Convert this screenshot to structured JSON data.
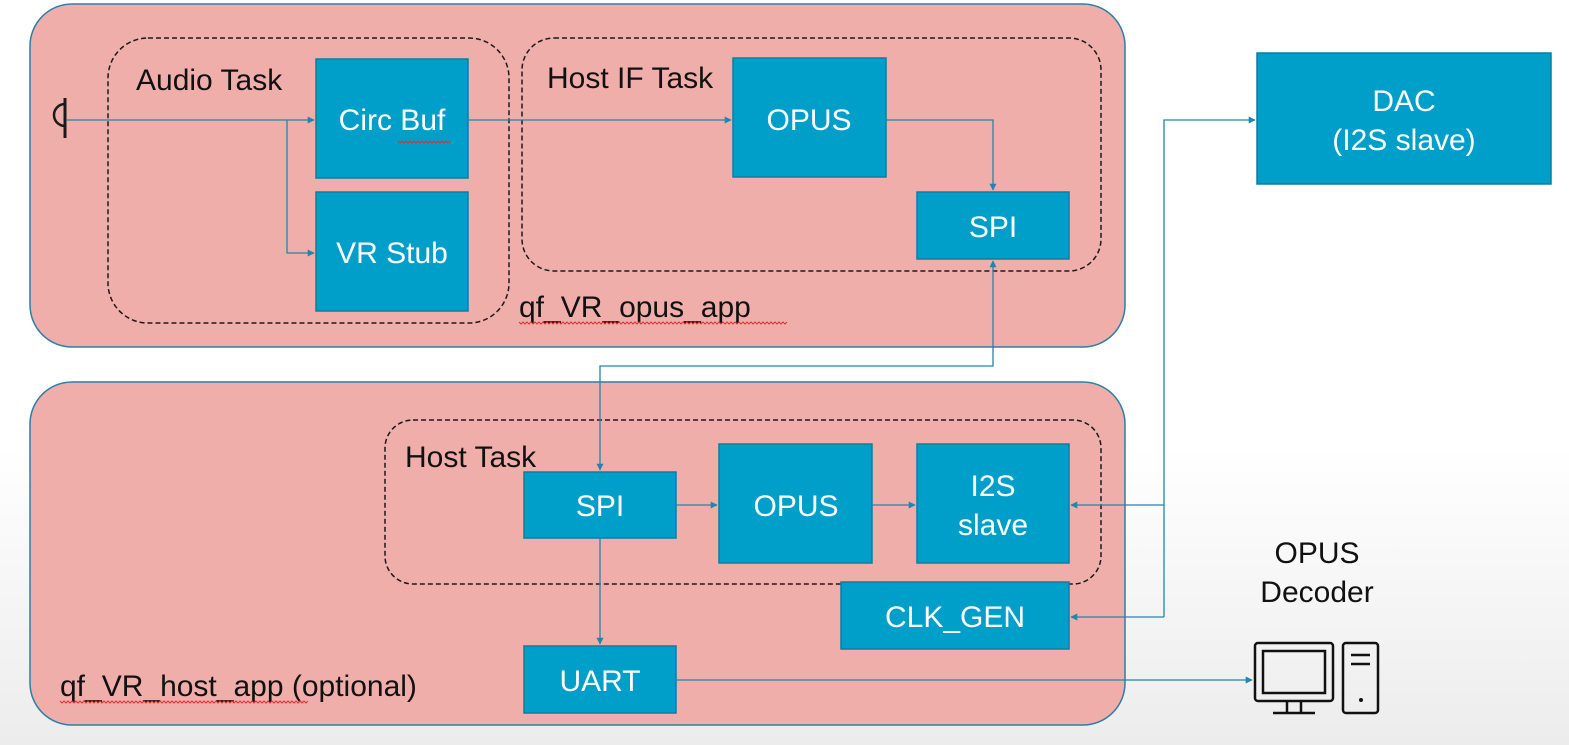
{
  "apps": {
    "opus_app": "qf_VR_opus_app",
    "host_app": "qf_VR_host_app (optional)"
  },
  "tasks": {
    "audio": "Audio Task",
    "host_if": "Host IF Task",
    "host": "Host Task"
  },
  "blocks": {
    "circ_buf": "Circ Buf",
    "vr_stub": "VR Stub",
    "opus_top": "OPUS",
    "spi_top": "SPI",
    "dac_line1": "DAC",
    "dac_line2": "(I2S slave)",
    "spi_bottom": "SPI",
    "opus_bottom": "OPUS",
    "i2s_line1": "I2S",
    "i2s_line2": "slave",
    "clk_gen": "CLK_GEN",
    "uart": "UART"
  },
  "external": {
    "decoder_line1": "OPUS",
    "decoder_line2": "Decoder",
    "computer_icon": "desktop-computer-icon"
  },
  "colors": {
    "panel_fill": "#f0aeab",
    "panel_border": "#2e7fa4",
    "block_fill": "#009fc9",
    "block_text": "#ffffff",
    "wire": "#1f86ad"
  }
}
